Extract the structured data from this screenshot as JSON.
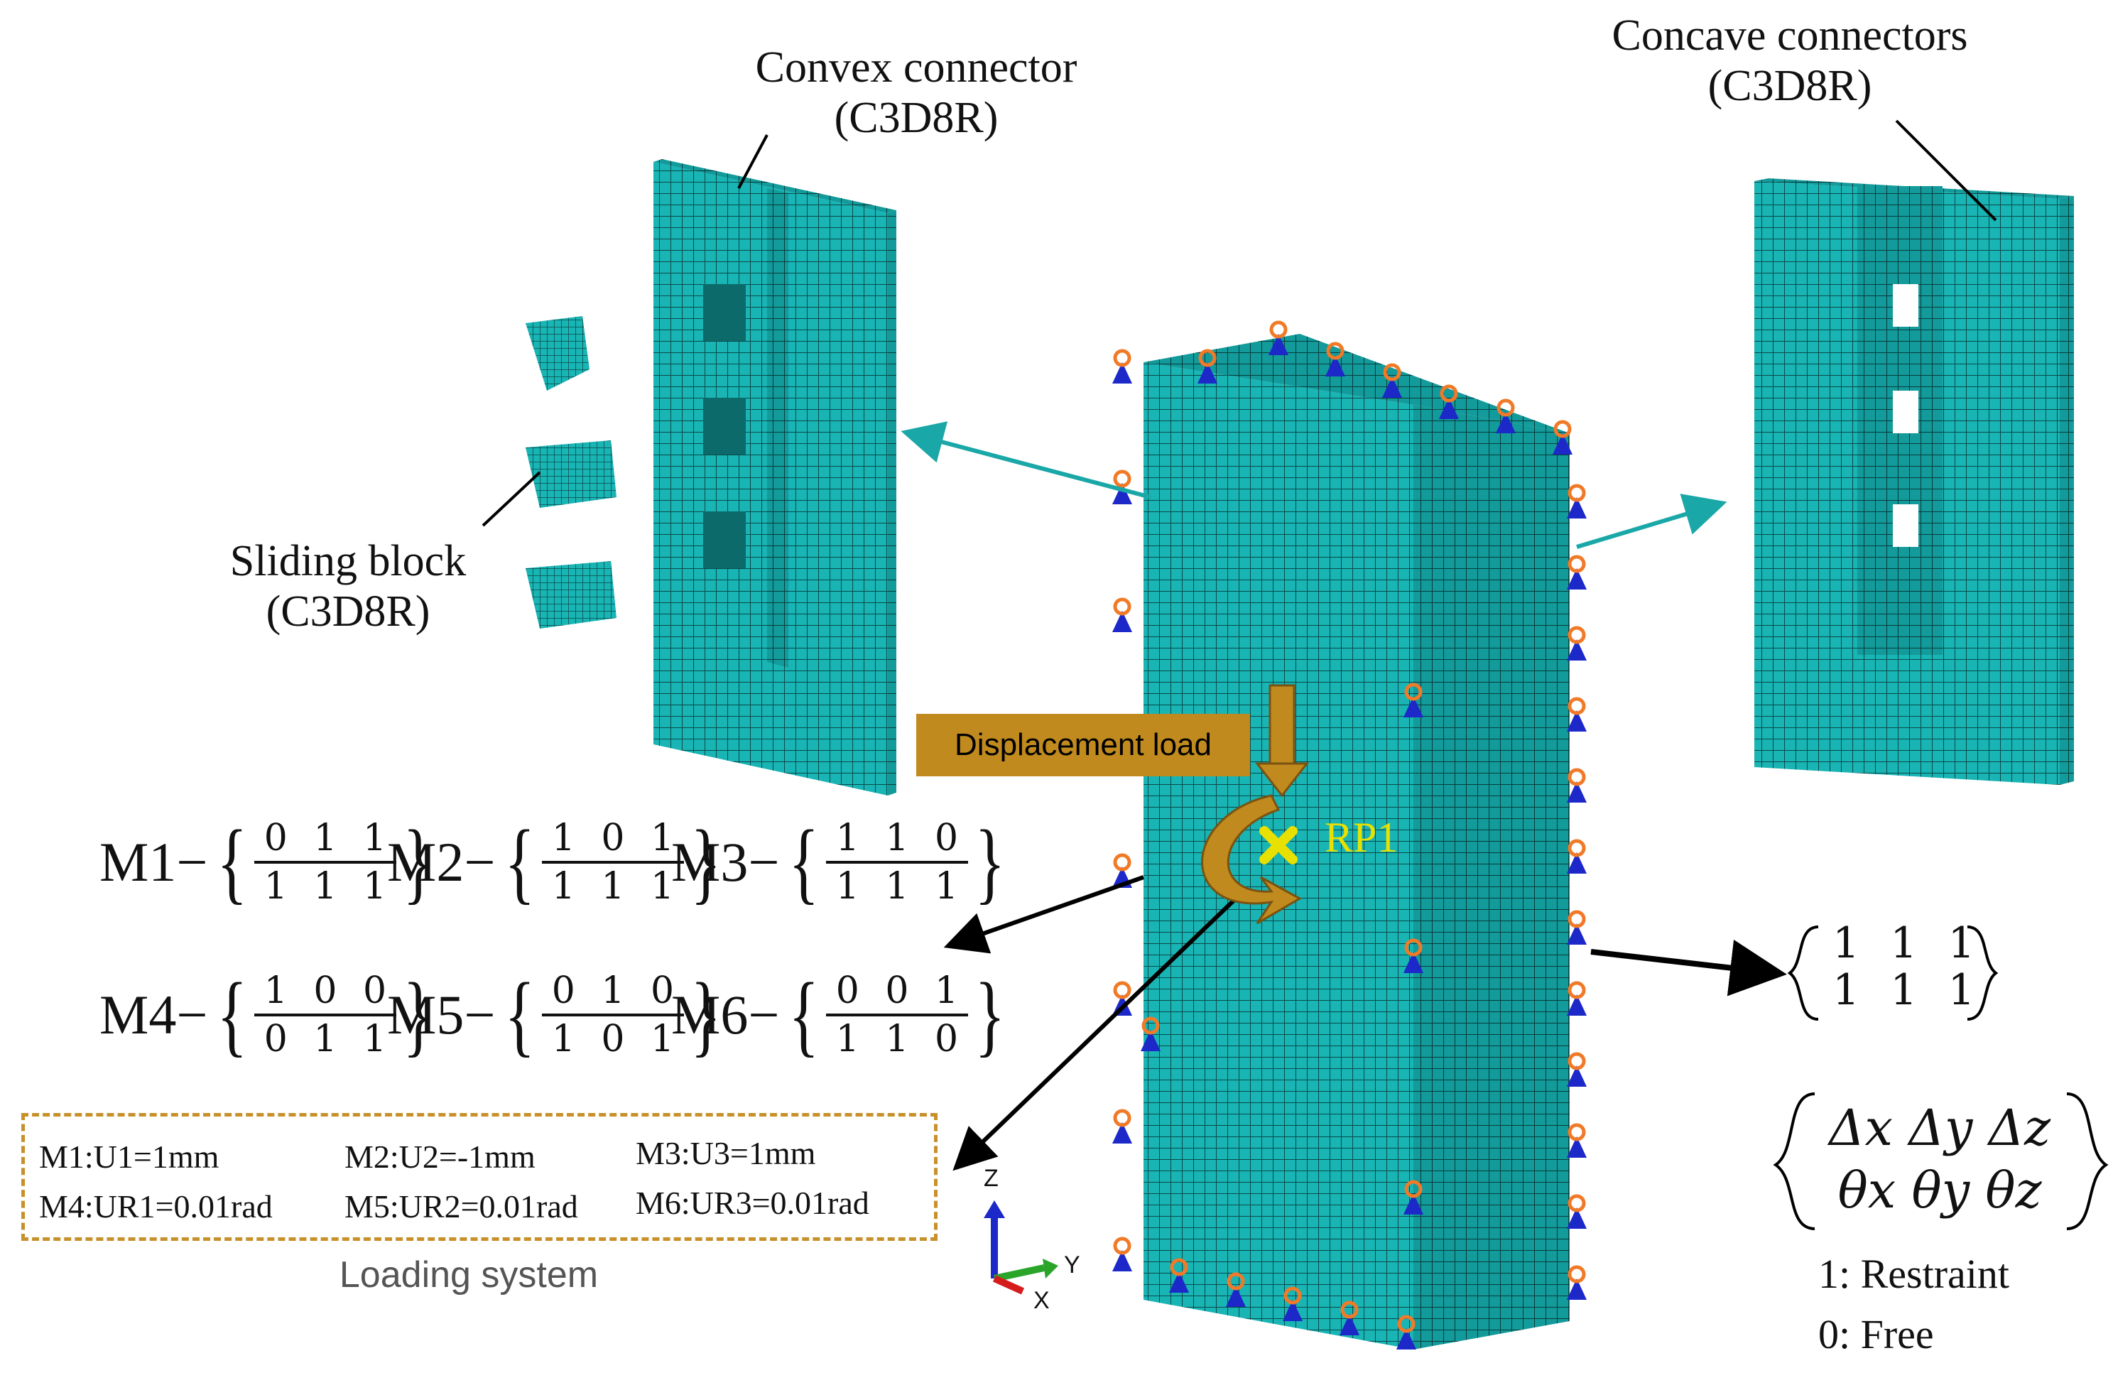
{
  "labels": {
    "convex": [
      "Convex connector",
      "(C3D8R)"
    ],
    "concave": [
      "Concave connectors",
      "(C3D8R)"
    ],
    "sliding": [
      "Sliding block",
      "(C3D8R)"
    ],
    "displacement_load": "Displacement load",
    "rp": "RP1",
    "loading_system": "Loading system",
    "restraint": "1: Restraint",
    "free": "0: Free"
  },
  "matrices": [
    {
      "name": "M1",
      "top": "0 1 1",
      "bottom": "1 1 1"
    },
    {
      "name": "M2",
      "top": "1 0 1",
      "bottom": "1 1 1"
    },
    {
      "name": "M3",
      "top": "1 1 0",
      "bottom": "1 1 1"
    },
    {
      "name": "M4",
      "top": "1 0 0",
      "bottom": "0 1 1"
    },
    {
      "name": "M5",
      "top": "0 1 0",
      "bottom": "1 0 1"
    },
    {
      "name": "M6",
      "top": "0 0 1",
      "bottom": "1 1 0"
    }
  ],
  "boundary_matrix": {
    "top": "1 1 1",
    "bottom": "1 1 1"
  },
  "dof_matrix": {
    "top": "Δx Δy Δz",
    "bottom": "θx θy θz"
  },
  "loading": [
    "M1:U1=1mm",
    "M2:U2=-1mm",
    "M3:U3=1mm",
    "M4:UR1=0.01rad",
    "M5:UR2=0.01rad",
    "M6:UR3=0.01rad"
  ],
  "axes": {
    "z": "Z",
    "y": "Y",
    "x": "X"
  },
  "colors": {
    "mesh": "#19b4b4",
    "mesh_line": "#0a4a4a",
    "arrow_teal": "#1aa7a7",
    "load": "#c08a1e",
    "dash": "#c8902a",
    "rp": "#e8e000"
  }
}
